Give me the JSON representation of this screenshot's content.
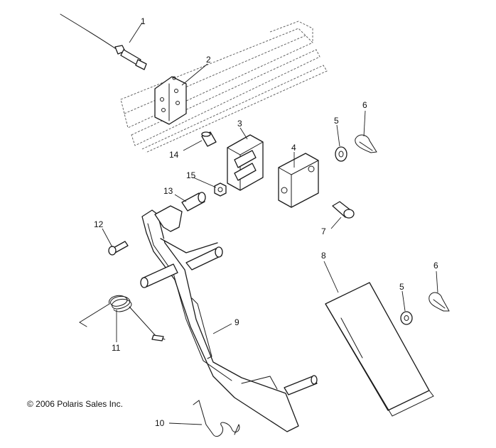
{
  "diagram": {
    "copyright": "© 2006 Polaris Sales Inc.",
    "callouts": [
      {
        "id": "1",
        "part": "cable"
      },
      {
        "id": "2",
        "part": "frame-bracket"
      },
      {
        "id": "3",
        "part": "pedal-mount"
      },
      {
        "id": "4",
        "part": "pivot-block"
      },
      {
        "id": "5a",
        "label": "5",
        "part": "washer-upper"
      },
      {
        "id": "6a",
        "label": "6",
        "part": "cotter-pin-upper"
      },
      {
        "id": "7",
        "part": "bolt"
      },
      {
        "id": "8",
        "part": "foot-pad"
      },
      {
        "id": "5b",
        "label": "5",
        "part": "washer-lower"
      },
      {
        "id": "6b",
        "label": "6",
        "part": "cotter-pin-lower"
      },
      {
        "id": "9",
        "part": "pedal-arm"
      },
      {
        "id": "10",
        "part": "return-spring-small"
      },
      {
        "id": "11",
        "part": "torsion-spring"
      },
      {
        "id": "12",
        "part": "pivot-bolt"
      },
      {
        "id": "13",
        "part": "bushing"
      },
      {
        "id": "14",
        "part": "sleeve"
      },
      {
        "id": "15",
        "part": "nut"
      }
    ]
  }
}
